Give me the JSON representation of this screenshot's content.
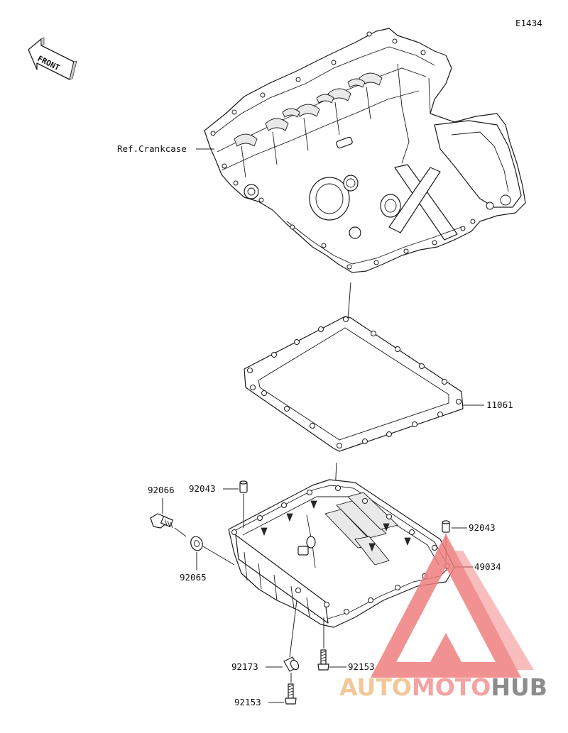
{
  "diagram": {
    "code": "E1434",
    "front_label": "FRONT",
    "labels": {
      "crankcase": "Ref.Crankcase",
      "gasket": "11061",
      "pan": "49034",
      "plug": "92066",
      "washer": "92065",
      "dowel_left": "92043",
      "dowel_right": "92043",
      "collar": "92173",
      "bolt_right": "92153",
      "bolt_bottom": "92153"
    }
  },
  "watermark": {
    "text_a": "AUTO",
    "text_b": "MOTO",
    "text_c": "HUB",
    "color_a": "#f2c89a",
    "color_b": "#f3a3a3",
    "color_c": "#8c8c8c",
    "logo_color": "#f07e7e"
  }
}
